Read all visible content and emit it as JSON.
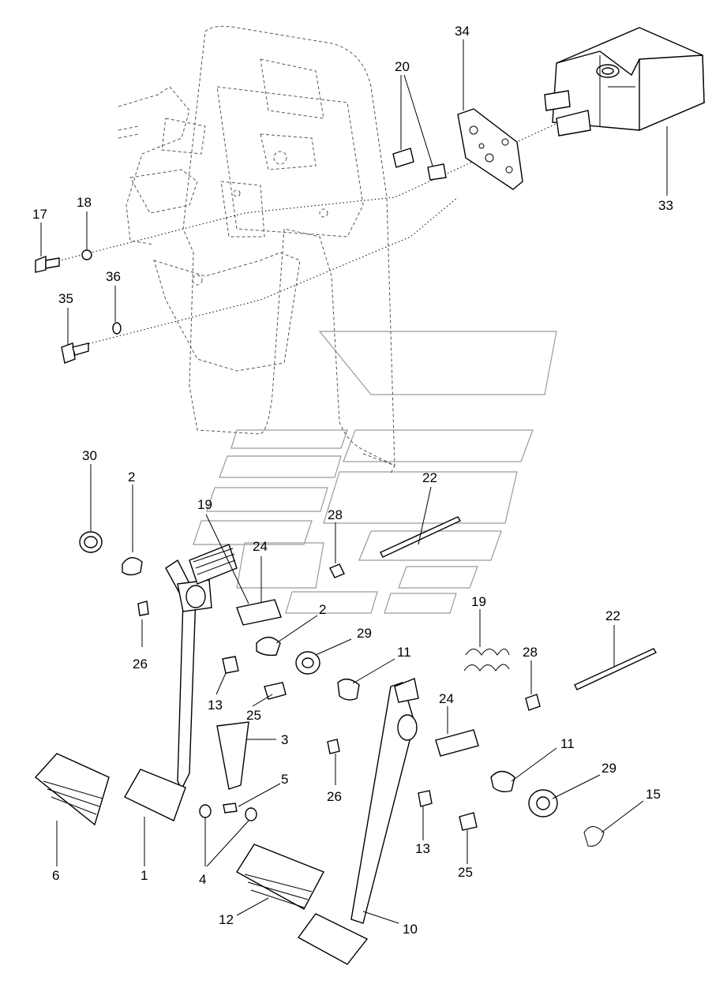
{
  "diagram": {
    "callouts": [
      {
        "id": "c34",
        "label": "34"
      },
      {
        "id": "c20",
        "label": "20"
      },
      {
        "id": "c33",
        "label": "33"
      },
      {
        "id": "c17",
        "label": "17"
      },
      {
        "id": "c18",
        "label": "18"
      },
      {
        "id": "c36",
        "label": "36"
      },
      {
        "id": "c35",
        "label": "35"
      },
      {
        "id": "c30",
        "label": "30"
      },
      {
        "id": "c2a",
        "label": "2"
      },
      {
        "id": "c19a",
        "label": "19"
      },
      {
        "id": "c24a",
        "label": "24"
      },
      {
        "id": "c28a",
        "label": "28"
      },
      {
        "id": "c22a",
        "label": "22"
      },
      {
        "id": "c2b",
        "label": "2"
      },
      {
        "id": "c19b",
        "label": "19"
      },
      {
        "id": "c22b",
        "label": "22"
      },
      {
        "id": "c26a",
        "label": "26"
      },
      {
        "id": "c29a",
        "label": "29"
      },
      {
        "id": "c11a",
        "label": "11"
      },
      {
        "id": "c28b",
        "label": "28"
      },
      {
        "id": "c13a",
        "label": "13"
      },
      {
        "id": "c25a",
        "label": "25"
      },
      {
        "id": "c24b",
        "label": "24"
      },
      {
        "id": "c3",
        "label": "3"
      },
      {
        "id": "c11b",
        "label": "11"
      },
      {
        "id": "c29b",
        "label": "29"
      },
      {
        "id": "c15",
        "label": "15"
      },
      {
        "id": "c5",
        "label": "5"
      },
      {
        "id": "c26b",
        "label": "26"
      },
      {
        "id": "c6",
        "label": "6"
      },
      {
        "id": "c1",
        "label": "1"
      },
      {
        "id": "c4",
        "label": "4"
      },
      {
        "id": "c13b",
        "label": "13"
      },
      {
        "id": "c25b",
        "label": "25"
      },
      {
        "id": "c12",
        "label": "12"
      },
      {
        "id": "c10",
        "label": "10"
      }
    ]
  }
}
